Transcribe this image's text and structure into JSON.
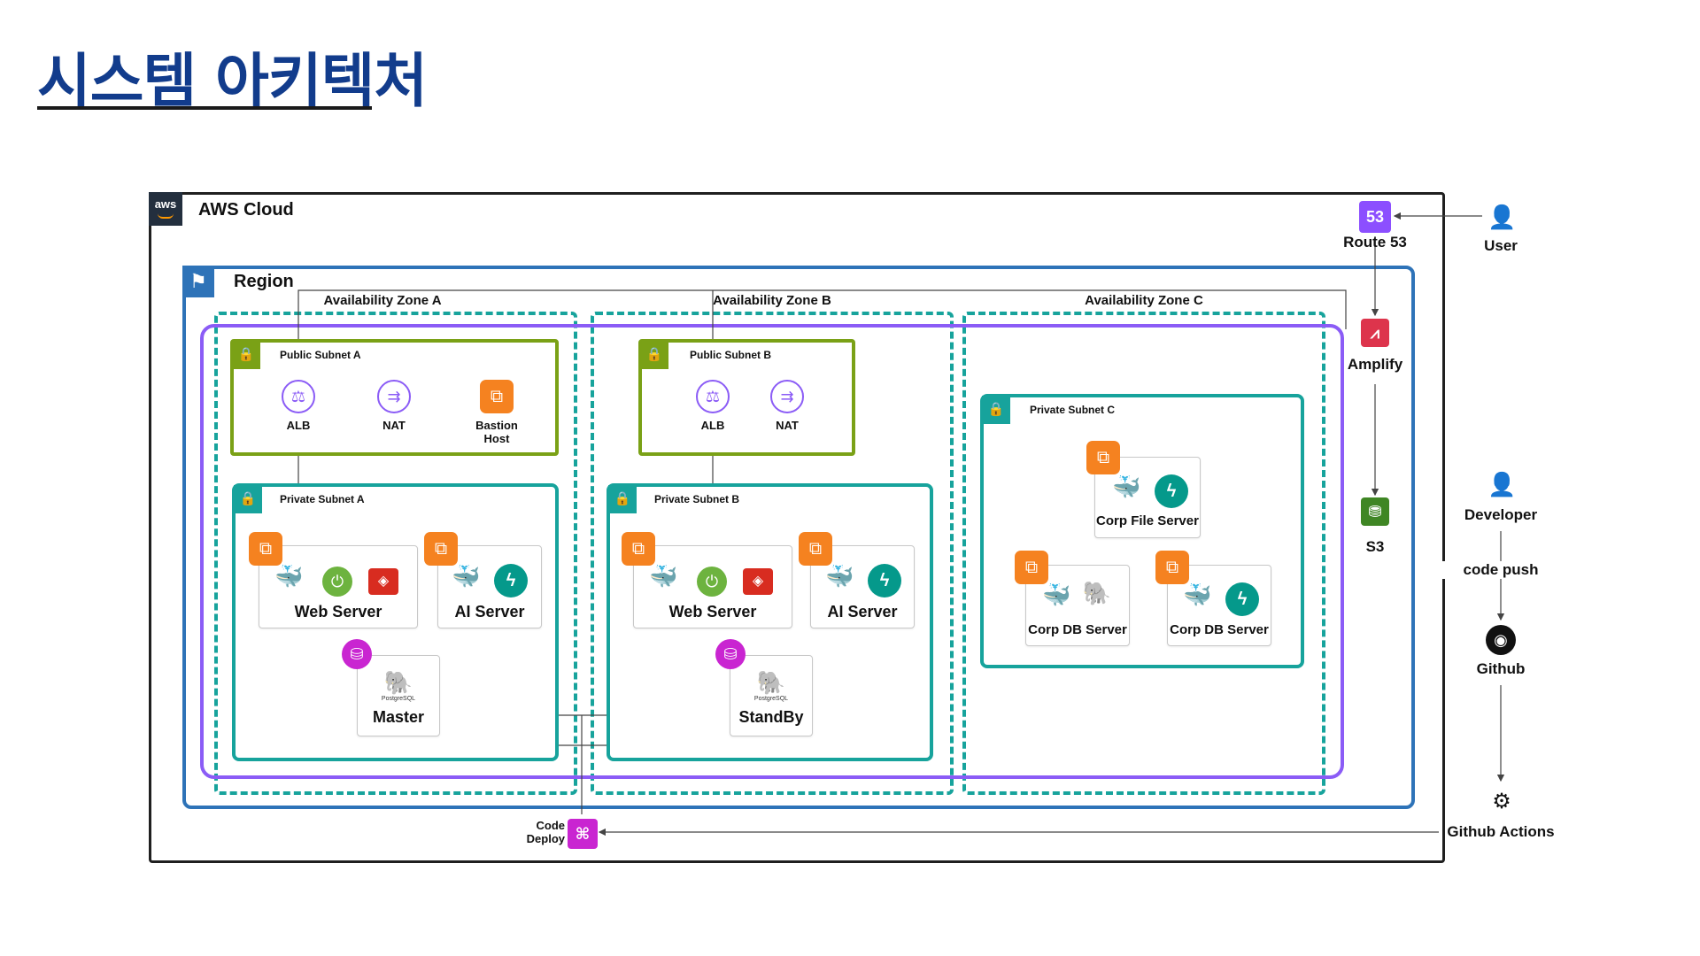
{
  "page_title": "시스템 아키텍처",
  "cloud": {
    "label": "AWS Cloud",
    "logo_text": "aws"
  },
  "region": {
    "label": "Region"
  },
  "zones": {
    "a": "Availability Zone A",
    "b": "Availability Zone B",
    "c": "Availability Zone C"
  },
  "subnets": {
    "public_a": "Public Subnet A",
    "public_b": "Public Subnet B",
    "private_a": "Private Subnet A",
    "private_b": "Private Subnet B",
    "private_c": "Private Subnet C"
  },
  "nodes": {
    "alb": "ALB",
    "nat": "NAT",
    "bastion_line1": "Bastion",
    "bastion_line2": "Host",
    "web_server": "Web Server",
    "ai_server": "AI Server",
    "master": "Master",
    "standby": "StandBy",
    "corp_file_server": "Corp File Server",
    "corp_db_server": "Corp DB Server",
    "postgres_caption": "PostgreSQL"
  },
  "services": {
    "route53": "Route 53",
    "route53_badge": "53",
    "amplify": "Amplify",
    "s3": "S3",
    "code_deploy_line1": "Code",
    "code_deploy_line2": "Deploy"
  },
  "external": {
    "user": "User",
    "developer": "Developer",
    "code_push": "code push",
    "github": "Github",
    "github_actions": "Github Actions"
  },
  "colors": {
    "title": "#123c8c",
    "region": "#2e73b8",
    "availability_zone": "#17a39c",
    "vpc": "#8b5cf6",
    "public_subnet": "#7aa116",
    "private_subnet": "#17a39c",
    "ec2": "#f58220",
    "rds": "#c925d1",
    "route53": "#8c4fff",
    "amplify": "#dd344c",
    "s3": "#3f8624"
  }
}
